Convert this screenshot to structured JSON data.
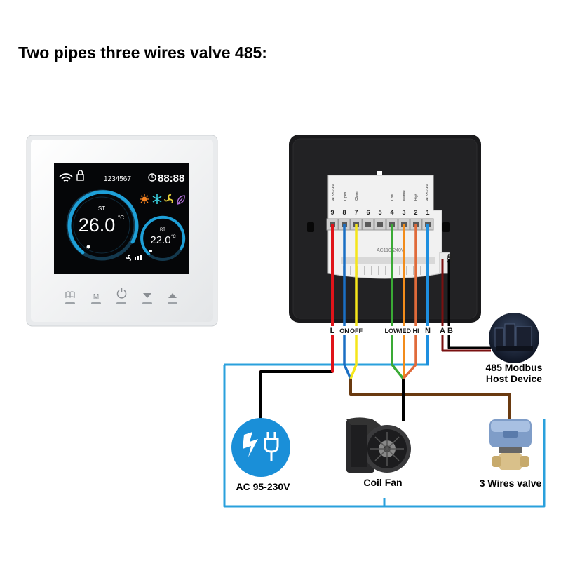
{
  "title": "Two pipes three wires valve 485:",
  "thermostat": {
    "numbers_strip": "1234567",
    "clock": "88:88",
    "set_label": "ST",
    "set_temp": "26.0",
    "set_unit": "°C",
    "room_label": "RT",
    "room_temp": "22.0",
    "room_unit": "°C",
    "buttons": [
      "book-icon",
      "M",
      "power-icon",
      "down-icon",
      "up-icon"
    ],
    "button_m": "M",
    "icons": [
      "wifi-icon",
      "lock-icon",
      "clock-icon",
      "sun-icon",
      "snowflake-icon",
      "fan-icon",
      "leaf-icon"
    ]
  },
  "terminal_block": {
    "top_labels": [
      "AC95V-AV",
      "Open",
      "Close",
      "Low",
      "Middle",
      "High",
      "AC95V-AV"
    ],
    "numbers": [
      "9",
      "8",
      "7",
      "6",
      "5",
      "4",
      "3",
      "2",
      "1"
    ],
    "back_text": "AC110-240V",
    "side_text": "485"
  },
  "wires": {
    "labels": [
      "L",
      "ON",
      "OFF",
      "LOW",
      "MED",
      "HI",
      "N",
      "A",
      "B"
    ],
    "colors": {
      "L": "#e0141a",
      "ON": "#1a6fc4",
      "OFF": "#f5e61a",
      "LOW": "#3aaa35",
      "MED": "#f28c1b",
      "HI": "#e06a3a",
      "N": "#1e8fe0",
      "frame": "#2aa0dc",
      "neutral_bus": "#6a3a10",
      "live": "#000000",
      "bus_485": "#7a1010"
    }
  },
  "devices": {
    "power": "AC 95-230V",
    "fan": "Coil Fan",
    "valve": "3 Wires valve",
    "host_line1": "485 Modbus",
    "host_line2": "Host Device"
  }
}
